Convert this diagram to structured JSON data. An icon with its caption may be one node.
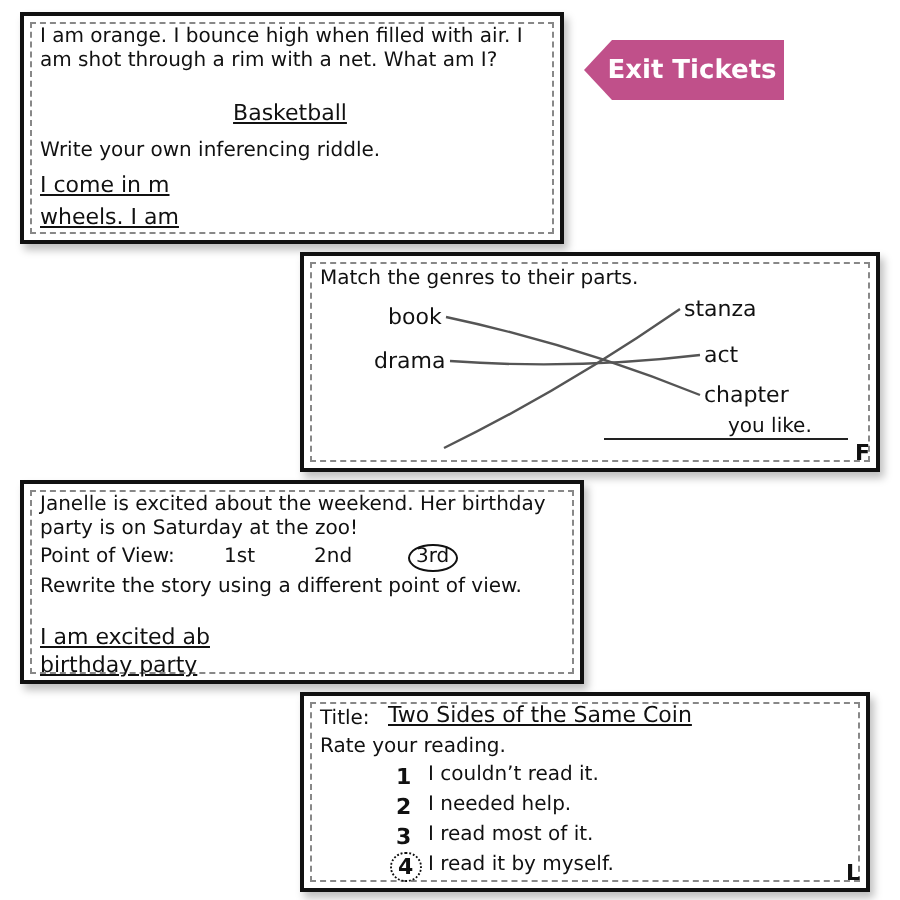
{
  "diagram": {
    "nodes": [
      {
        "text": [
          "I am orange. I bounce high when filled with air. I am shot through a rim with a net. What am I?",
          "Basketball",
          "Write your own inferencing riddle.",
          "I come in m",
          "wheels. I am"
        ]
      },
      {
        "text": [
          "Exit Tickets"
        ]
      },
      {
        "text": [
          "Match the genres to their parts.",
          "you like.",
          "F"
        ]
      },
      {
        "text": [
          "book"
        ],
        "in": 2
      },
      {
        "text": [
          "drama"
        ],
        "in": 2
      },
      {
        "text": [
          "stanza"
        ],
        "in": 2
      },
      {
        "text": [
          "act"
        ],
        "in": 2
      },
      {
        "text": [
          "chapter"
        ],
        "in": 2
      },
      {
        "text": [
          "Janelle is excited about the weekend. Her birthday party is on Saturday at the zoo!",
          "Point of View:",
          "1st",
          "2nd",
          "3rd",
          "Rewrite the story using a different point of view.",
          "I am excited ab",
          "birthday party"
        ]
      },
      {
        "text": [
          "Title:",
          "Two Sides of the Same Coin",
          "Rate your reading.",
          "1",
          "I couldn’t read it.",
          "2",
          "I needed help.",
          "3",
          "I read most of it.",
          "4",
          "I read it by myself.",
          "L"
        ]
      }
    ],
    "edges": [
      {
        "from": 3,
        "to": 7,
        "arrow": "none"
      },
      {
        "from": 4,
        "to": 6,
        "arrow": "none"
      },
      {
        "from": null,
        "to": 5,
        "arrow": "none"
      }
    ]
  }
}
